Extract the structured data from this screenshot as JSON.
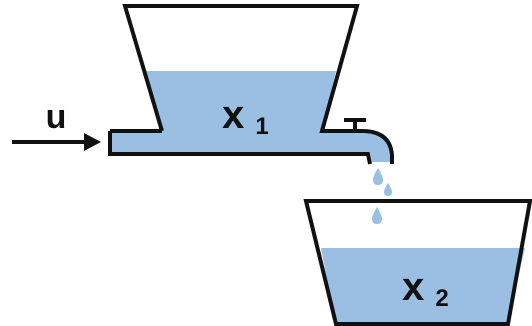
{
  "diagram": {
    "input_label": "u",
    "tank1": {
      "label_main": "x",
      "label_sub": "1"
    },
    "tank2": {
      "label_main": "x",
      "label_sub": "2"
    }
  },
  "colors": {
    "water": "#9bbfe3",
    "outline": "#111111",
    "background": "#ffffff"
  }
}
